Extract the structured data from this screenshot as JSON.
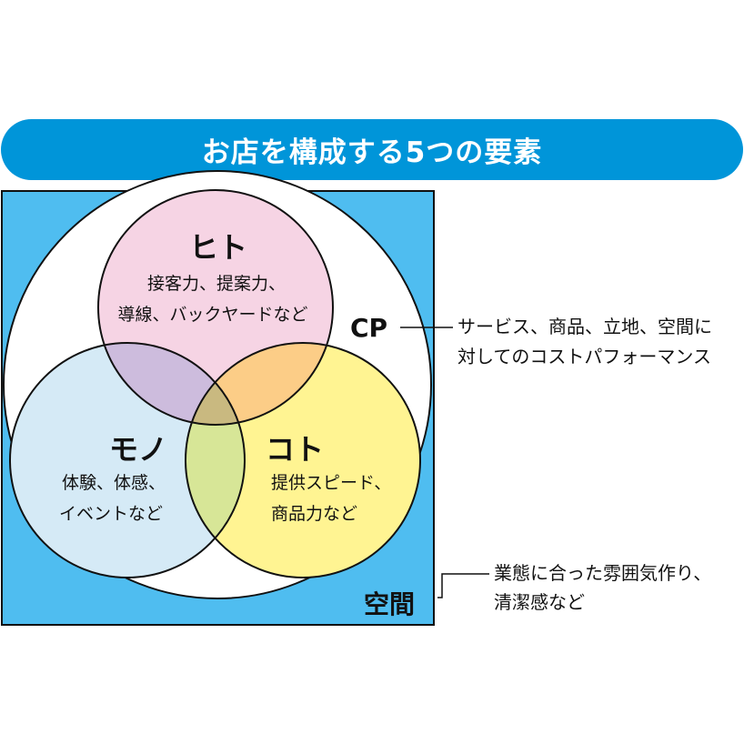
{
  "title": "お店を構成する5つの要素",
  "colors": {
    "banner": "#0095d9",
    "space_box": "#4fbdf0",
    "hito": "#f6d4e4",
    "mono": "#d5eaf6",
    "koto": "#fff492"
  },
  "elements": {
    "hito": {
      "name": "ヒト",
      "desc": [
        "接客力、提案力、",
        "導線、バックヤードなど"
      ]
    },
    "mono": {
      "name": "モノ",
      "desc": [
        "体験、体感、",
        "イベントなど"
      ]
    },
    "koto": {
      "name": "コト",
      "desc": [
        "提供スピード、",
        "商品力など"
      ]
    },
    "cp": {
      "name": "CP",
      "desc": [
        "サービス、商品、立地、空間に",
        "対してのコストパフォーマンス"
      ]
    },
    "space": {
      "name": "空間",
      "desc": [
        "業態に合った雰囲気作り、",
        "清潔感など"
      ]
    }
  }
}
